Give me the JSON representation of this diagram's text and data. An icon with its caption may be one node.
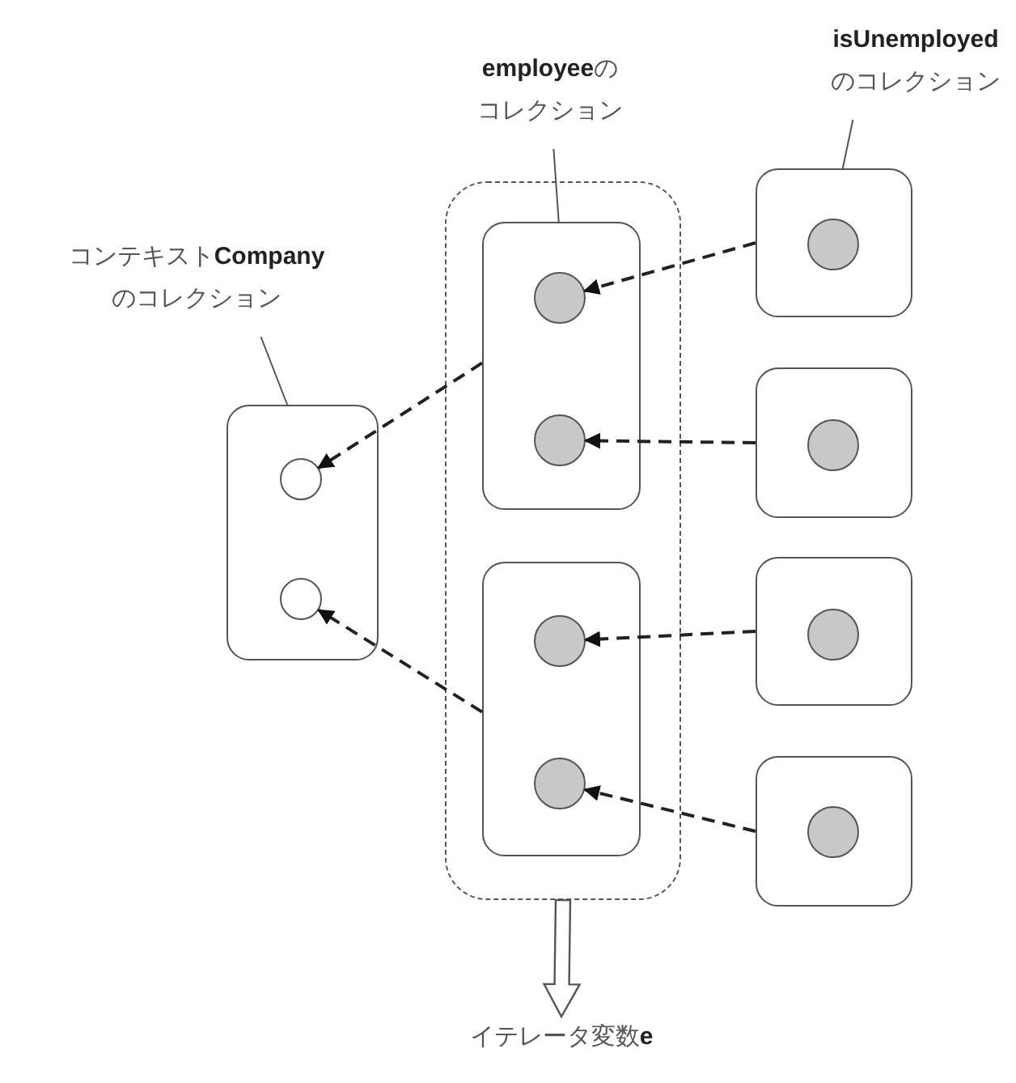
{
  "diagram": {
    "nodes": [
      {
        "text": [
          "コンテキスト**Company**のコレクション"
        ]
      },
      {
        "text": [
          "**employee**のコレクション"
        ]
      },
      {
        "text": [
          "**isUnemployed**のコレクション"
        ]
      },
      {
        "text": [],
        "shape": "box"
      },
      {
        "text": [],
        "shape": "circle",
        "in": 3
      },
      {
        "text": [],
        "shape": "circle",
        "in": 3
      },
      {
        "text": [],
        "shape": "box"
      },
      {
        "text": [],
        "shape": "box",
        "in": 6
      },
      {
        "text": [],
        "shape": "circle",
        "in": 7
      },
      {
        "text": [],
        "shape": "circle",
        "in": 7
      },
      {
        "text": [],
        "shape": "box",
        "in": 6
      },
      {
        "text": [],
        "shape": "circle",
        "in": 10
      },
      {
        "text": [],
        "shape": "circle",
        "in": 10
      },
      {
        "text": [],
        "shape": "box"
      },
      {
        "text": [],
        "shape": "circle",
        "in": 13
      },
      {
        "text": [],
        "shape": "box"
      },
      {
        "text": [],
        "shape": "circle",
        "in": 15
      },
      {
        "text": [],
        "shape": "box"
      },
      {
        "text": [],
        "shape": "circle",
        "in": 17
      },
      {
        "text": [],
        "shape": "box"
      },
      {
        "text": [],
        "shape": "circle",
        "in": 19
      },
      {
        "text": [
          "イテレータ変数**e**"
        ]
      }
    ],
    "edges": [
      {
        "from": 0,
        "to": 3,
        "arrow": "none"
      },
      {
        "from": 1,
        "to": 7,
        "arrow": "none"
      },
      {
        "from": 2,
        "to": 13,
        "arrow": "none"
      },
      {
        "from": 13,
        "to": 8,
        "arrow": "to",
        "style": "dashed"
      },
      {
        "from": 15,
        "to": 9,
        "arrow": "to",
        "style": "dashed"
      },
      {
        "from": 17,
        "to": 11,
        "arrow": "to",
        "style": "dashed"
      },
      {
        "from": 19,
        "to": 12,
        "arrow": "to",
        "style": "dashed"
      },
      {
        "from": 7,
        "to": 4,
        "arrow": "to",
        "style": "dashed"
      },
      {
        "from": 10,
        "to": 5,
        "arrow": "to",
        "style": "dashed"
      },
      {
        "from": 6,
        "to": 21,
        "arrow": "to",
        "style": "thick"
      }
    ]
  }
}
